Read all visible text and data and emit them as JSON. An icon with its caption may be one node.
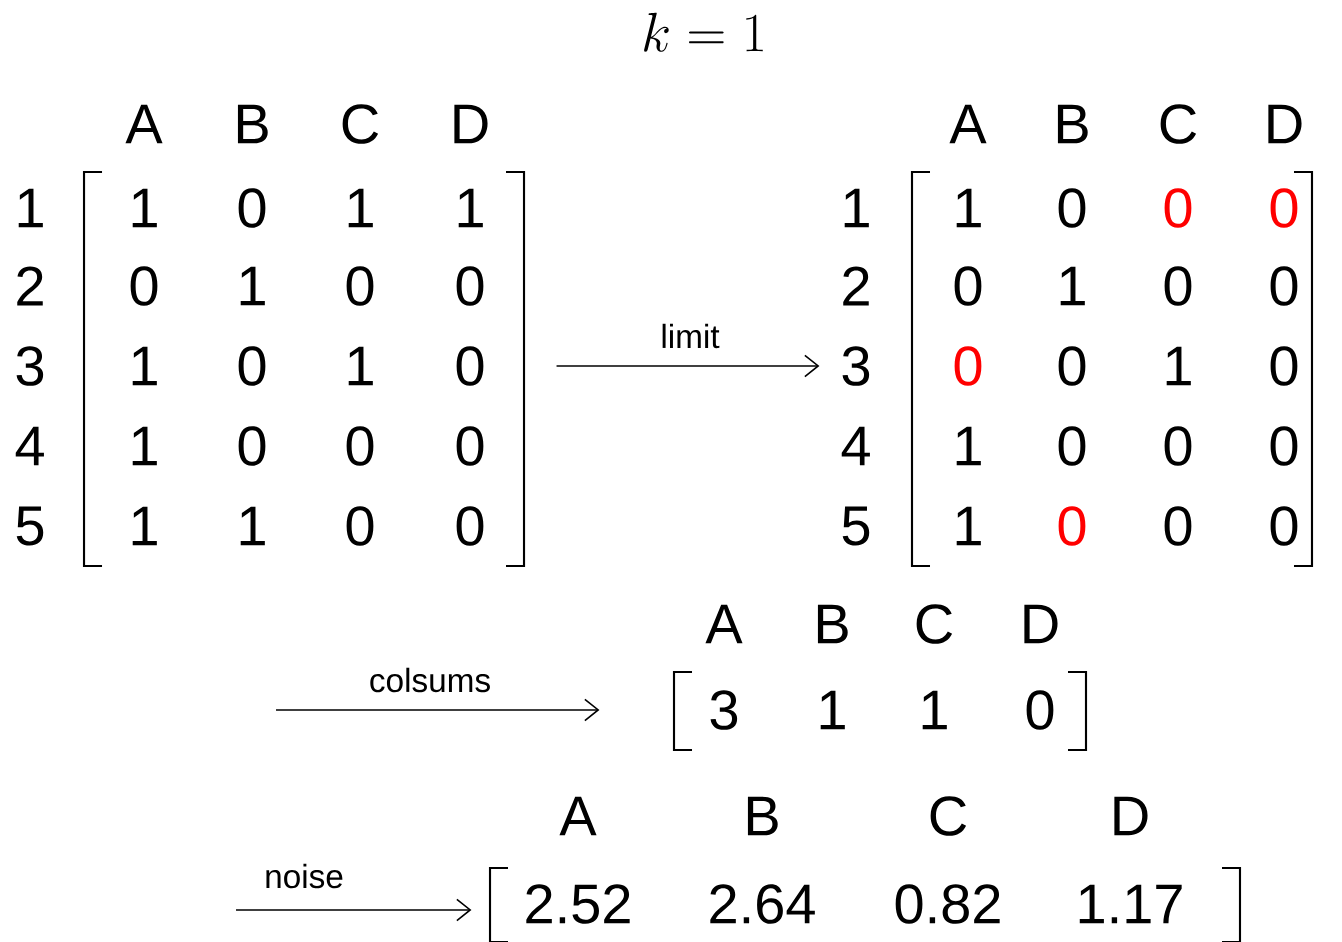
{
  "diagram": {
    "title": "k = 1",
    "nodes": [
      {
        "text": [
          "A",
          "B",
          "C",
          "D",
          "1",
          "2",
          "3",
          "4",
          "5",
          "1",
          "0",
          "1",
          "1",
          "0",
          "1",
          "0",
          "0",
          "1",
          "0",
          "1",
          "0",
          "1",
          "0",
          "0",
          "0",
          "1",
          "1",
          "0",
          "0"
        ]
      },
      {
        "text": [
          "A",
          "B",
          "C",
          "D",
          "1",
          "2",
          "3",
          "4",
          "5",
          "1",
          "0",
          "0",
          "0",
          "0",
          "1",
          "0",
          "0",
          "0",
          "0",
          "1",
          "0",
          "1",
          "0",
          "0",
          "0",
          "1",
          "0",
          "0",
          "0"
        ]
      },
      {
        "text": [
          "A",
          "B",
          "C",
          "D",
          "3",
          "1",
          "1",
          "0"
        ]
      },
      {
        "text": [
          "A",
          "B",
          "C",
          "D",
          "2.52",
          "2.64",
          "0.82",
          "1.17"
        ]
      }
    ],
    "edges": [
      {
        "from": 0,
        "to": 1,
        "arrow": "to",
        "label": "limit"
      },
      {
        "from": null,
        "to": 2,
        "arrow": "to",
        "label": "colsums"
      },
      {
        "from": null,
        "to": 3,
        "arrow": "to",
        "label": "noise"
      }
    ]
  }
}
